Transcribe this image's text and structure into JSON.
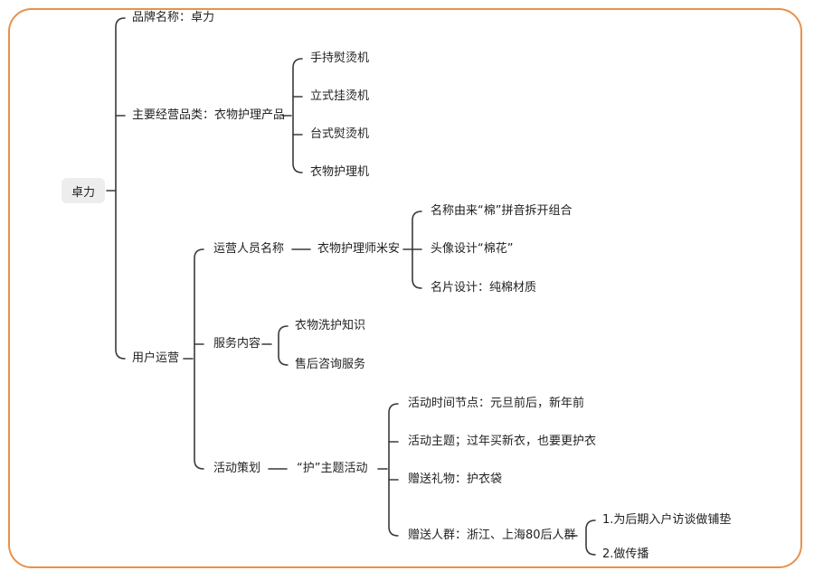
{
  "colors": {
    "border": "#e8914a",
    "line": "#3a3a3a",
    "root_bg": "#ededed",
    "text": "#222222"
  },
  "root": "卓力",
  "brand": "品牌名称：卓力",
  "category": {
    "label": "主要经营品类：衣物护理产品",
    "children": [
      "手持熨烫机",
      "立式挂烫机",
      "台式熨烫机",
      "衣物护理机"
    ]
  },
  "user_ops": {
    "label": "用户运营",
    "staff_name": {
      "label": "运营人员名称",
      "value": "衣物护理师米安",
      "children": [
        "名称由来“棉”拼音拆开组合",
        "头像设计“棉花”",
        "名片设计：纯棉材质"
      ]
    },
    "service": {
      "label": "服务内容",
      "children": [
        "衣物洗护知识",
        "售后咨询服务"
      ]
    },
    "activity": {
      "label": "活动策划",
      "theme": "“护”主题活动",
      "children": [
        "活动时间节点：元旦前后，新年前",
        "活动主题；过年买新衣，也要更护衣",
        "赠送礼物：护衣袋"
      ],
      "crowd": {
        "label": "赠送人群：浙江、上海80后人群",
        "children": [
          "1.为后期入户访谈做铺垫",
          "2.做传播"
        ]
      }
    }
  }
}
